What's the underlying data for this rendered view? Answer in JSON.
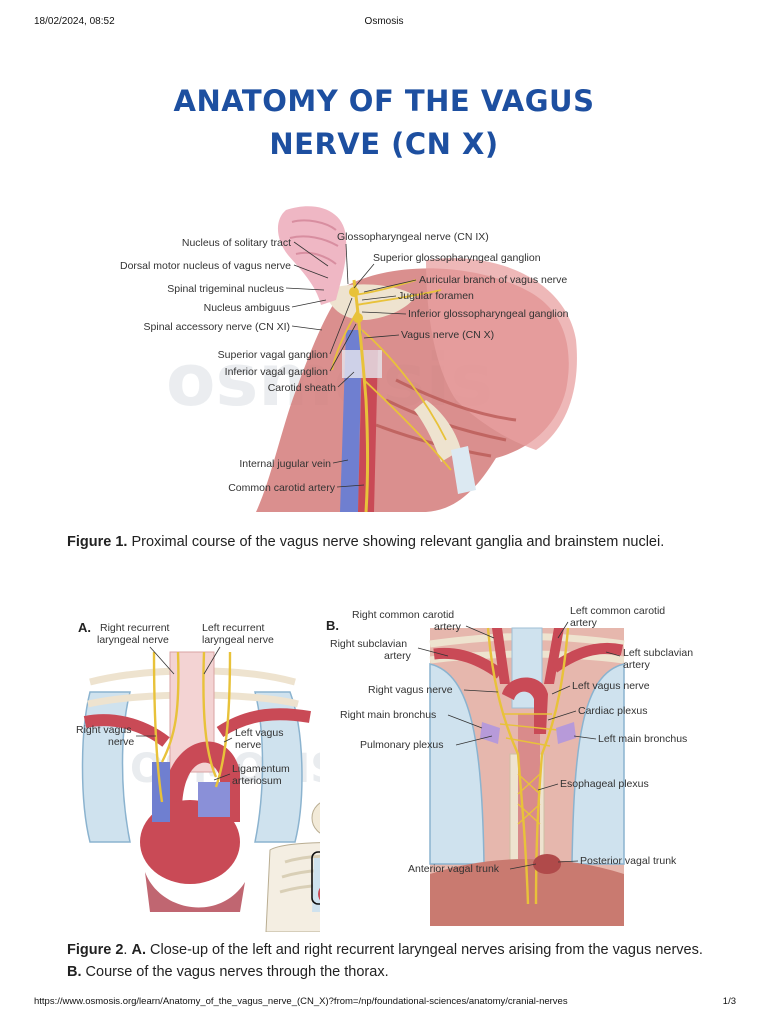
{
  "print_header": {
    "datetime": "18/02/2024, 08:52",
    "site": "Osmosis"
  },
  "page_title": {
    "line1": "ANATOMY OF THE VAGUS",
    "line2": "NERVE (CN X)"
  },
  "watermark": {
    "fig1": "osmosis",
    "fig2": "OSMOSIS"
  },
  "figure1": {
    "labels": {
      "nucleus_solitary": "Nucleus of solitary tract",
      "dorsal_motor": "Dorsal motor nucleus of vagus nerve",
      "spinal_trigeminal": "Spinal trigeminal nucleus",
      "nucleus_ambiguus": "Nucleus ambiguus",
      "spinal_accessory": "Spinal accessory nerve (CN XI)",
      "superior_vagal": "Superior vagal ganglion",
      "inferior_vagal": "Inferior vagal ganglion",
      "carotid_sheath": "Carotid sheath",
      "internal_jugular": "Internal jugular vein",
      "common_carotid": "Common carotid artery",
      "glossopharyngeal": "Glossopharyngeal nerve (CN IX)",
      "superior_glosso": "Superior glossopharyngeal ganglion",
      "auricular": "Auricular branch of vagus nerve",
      "jugular_foramen": "Jugular foramen",
      "inferior_glosso": "Inferior glossopharyngeal ganglion",
      "vagus_nerve": "Vagus nerve (CN X)"
    },
    "caption_label": "Figure 1.",
    "caption_text": " Proximal course of the vagus nerve showing relevant ganglia and brainstem nuclei."
  },
  "figure2": {
    "panel_a": {
      "letter": "A.",
      "right_recurrent_1": "Right recurrent",
      "right_recurrent_2": "laryngeal nerve",
      "left_recurrent_1": "Left recurrent",
      "left_recurrent_2": "laryngeal nerve",
      "right_vagus_1": "Right vagus",
      "right_vagus_2": "nerve",
      "left_vagus_1": "Left vagus",
      "left_vagus_2": "nerve",
      "ligamentum_1": "Ligamentum",
      "ligamentum_2": "arteriosum"
    },
    "panel_b": {
      "letter": "B.",
      "right_common_carotid_1": "Right common carotid",
      "right_common_carotid_2": "artery",
      "left_common_carotid_1": "Left common carotid",
      "left_common_carotid_2": "artery",
      "right_subclavian_1": "Right subclavian",
      "right_subclavian_2": "artery",
      "left_subclavian_1": "Left subclavian",
      "left_subclavian_2": "artery",
      "right_vagus": "Right vagus nerve",
      "left_vagus": "Left vagus nerve",
      "right_main_bronchus": "Right main bronchus",
      "cardiac_plexus": "Cardiac plexus",
      "pulmonary_plexus": "Pulmonary plexus",
      "left_main_bronchus": "Left main bronchus",
      "esophageal_plexus": "Esophageal plexus",
      "anterior_vagal_trunk": "Anterior vagal trunk",
      "posterior_vagal_trunk": "Posterior vagal trunk"
    },
    "caption_label": "Figure 2",
    "caption_sep": ". ",
    "caption_a_label": "A.",
    "caption_a_text": " Close-up of the left and right recurrent laryngeal nerves arising from the vagus nerves. ",
    "caption_b_label": "B.",
    "caption_b_text": " Course of the vagus nerves through the thorax."
  },
  "print_footer": {
    "url": "https://www.osmosis.org/learn/Anatomy_of_the_vagus_nerve_(CN_X)?from=/np/foundational-sciences/anatomy/cranial-nerves",
    "page": "1/3"
  },
  "colors": {
    "title_blue": "#1d4fa0",
    "nerve_yellow": "#e8c23a",
    "vein_blue": "#6f7fd0",
    "artery_red": "#c94a56",
    "muscle_red": "#c96d6d",
    "bone_beige": "#eee3cf",
    "brain_pink": "#efb7c4",
    "lung_blue": "#cfe2ee"
  }
}
